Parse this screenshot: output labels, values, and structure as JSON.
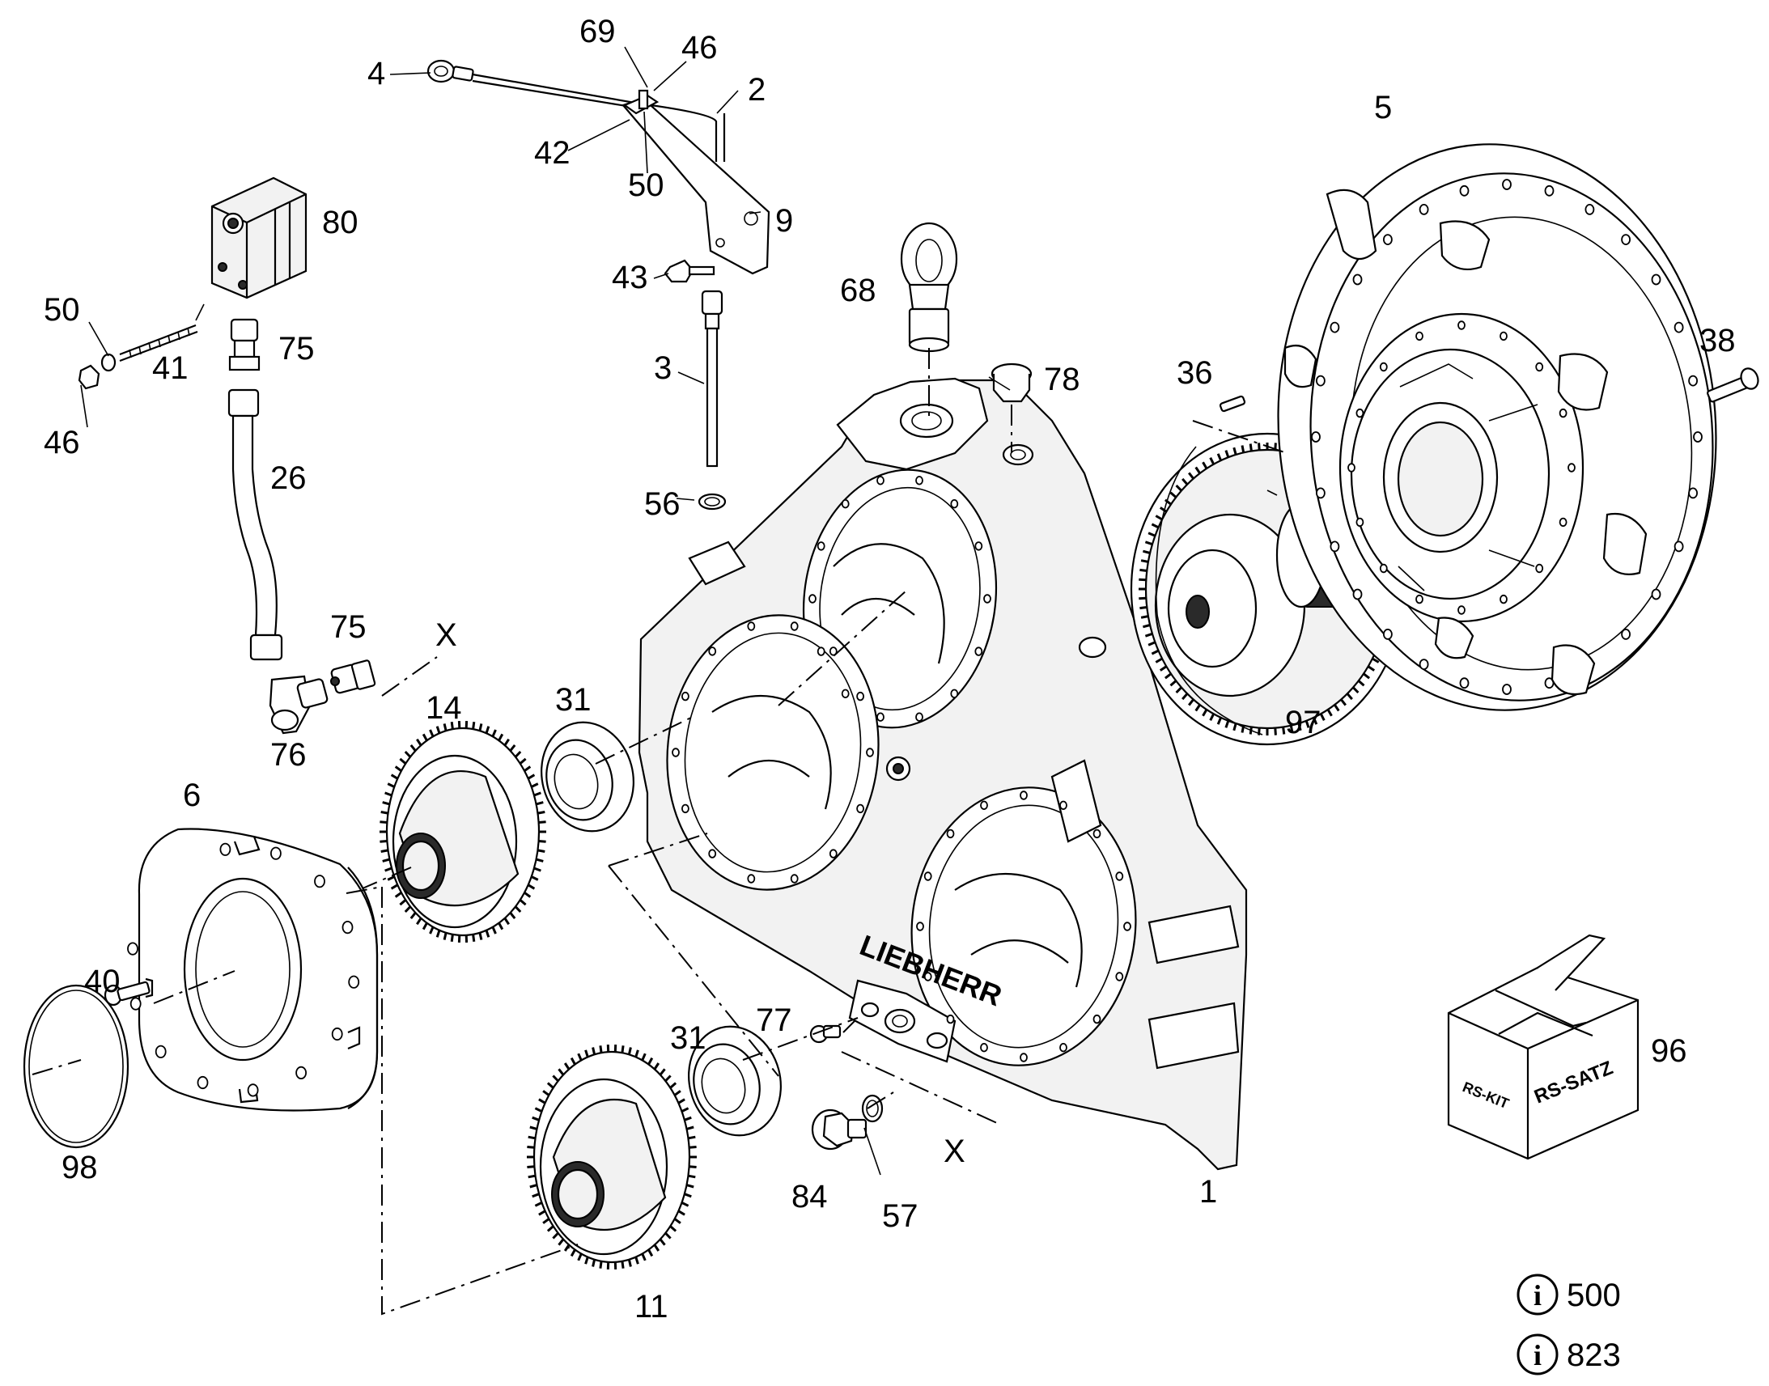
{
  "diagram": {
    "labels": {
      "p1": "1",
      "p2": "2",
      "p3": "3",
      "p4": "4",
      "p5": "5",
      "p6": "6",
      "p9": "9",
      "p11": "11",
      "p14": "14",
      "p26": "26",
      "p31a": "31",
      "p31b": "31",
      "p36": "36",
      "p38": "38",
      "p40": "40",
      "p41": "41",
      "p42": "42",
      "p43": "43",
      "p46a": "46",
      "p46b": "46",
      "p50a": "50",
      "p50b": "50",
      "p56": "56",
      "p57": "57",
      "p68": "68",
      "p69": "69",
      "p75a": "75",
      "p75b": "75",
      "p76": "76",
      "p77": "77",
      "p78": "78",
      "p80": "80",
      "p84": "84",
      "p96": "96",
      "p97": "97",
      "p98": "98",
      "xa": "X",
      "xb": "X"
    },
    "housing_brand": "LIEBHERR",
    "kit_box": {
      "left_face": "RS-KIT",
      "front_face": "RS-SATZ"
    },
    "info_refs": [
      {
        "icon": "info-circle-icon",
        "value": "500"
      },
      {
        "icon": "info-circle-icon",
        "value": "823"
      }
    ]
  }
}
